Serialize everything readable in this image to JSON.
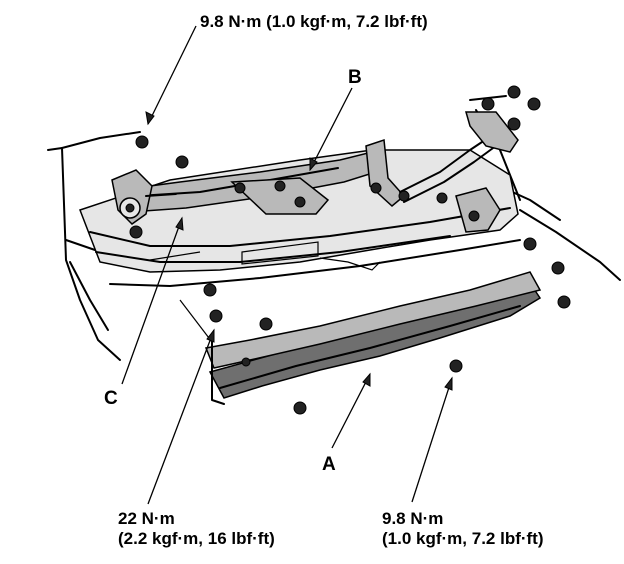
{
  "labels": {
    "torque_top": "9.8 N·m (1.0 kgf·m, 7.2 lbf·ft)",
    "torque_bottom_left_line1": "22 N·m",
    "torque_bottom_left_line2": "(2.2 kgf·m, 16 lbf·ft)",
    "torque_bottom_right_line1": "9.8 N·m",
    "torque_bottom_right_line2": "(1.0 kgf·m, 7.2 lbf·ft)",
    "part_a": "A",
    "part_b": "B",
    "part_c": "C"
  }
}
